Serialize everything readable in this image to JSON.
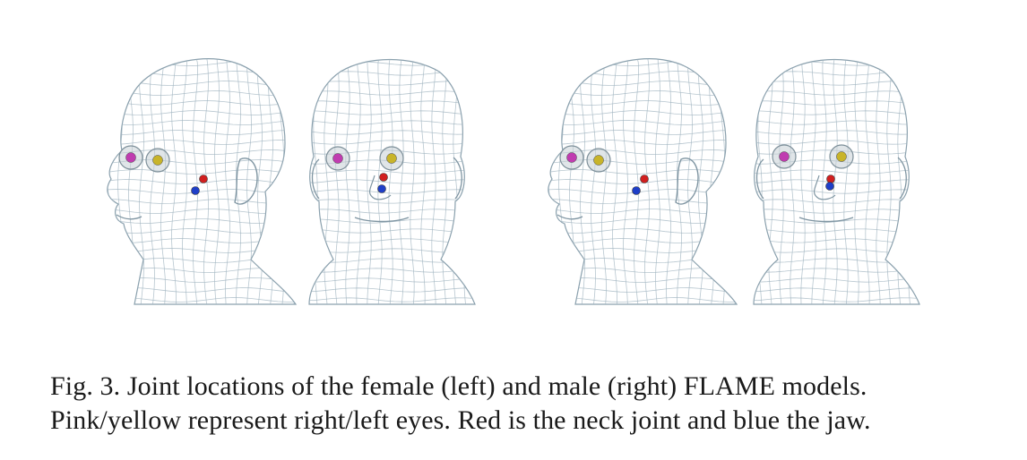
{
  "figure": {
    "joint_colors": {
      "right_eye": "#c03cb0",
      "left_eye": "#c8b42a",
      "neck": "#d11f1f",
      "jaw": "#1f3fc8"
    },
    "models": [
      "female",
      "male"
    ],
    "views": [
      "side",
      "front"
    ]
  },
  "caption": {
    "line1": "Fig. 3.  Joint locations of the female (left) and male (right) FLAME models.",
    "line2": "Pink/yellow represent right/left eyes. Red is the neck joint and blue the jaw."
  }
}
